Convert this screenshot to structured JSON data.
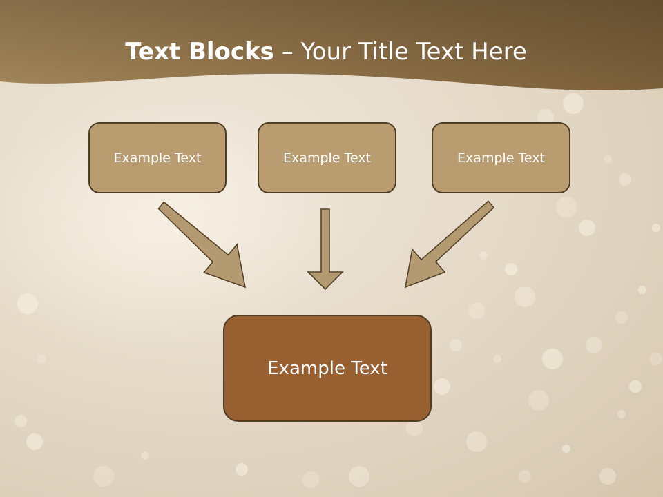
{
  "slide": {
    "title_bold": "Text Blocks",
    "title_rest": " – Your Title Text Here"
  },
  "diagram": {
    "source_boxes": [
      "Example Text",
      "Example Text",
      "Example Text"
    ],
    "result_box": "Example Text"
  },
  "colors": {
    "header_band": "#8f7248",
    "box_fill": "#b99c70",
    "box_border": "#4f3e26",
    "result_fill": "#985f30",
    "arrow_fill": "#b49a70"
  }
}
